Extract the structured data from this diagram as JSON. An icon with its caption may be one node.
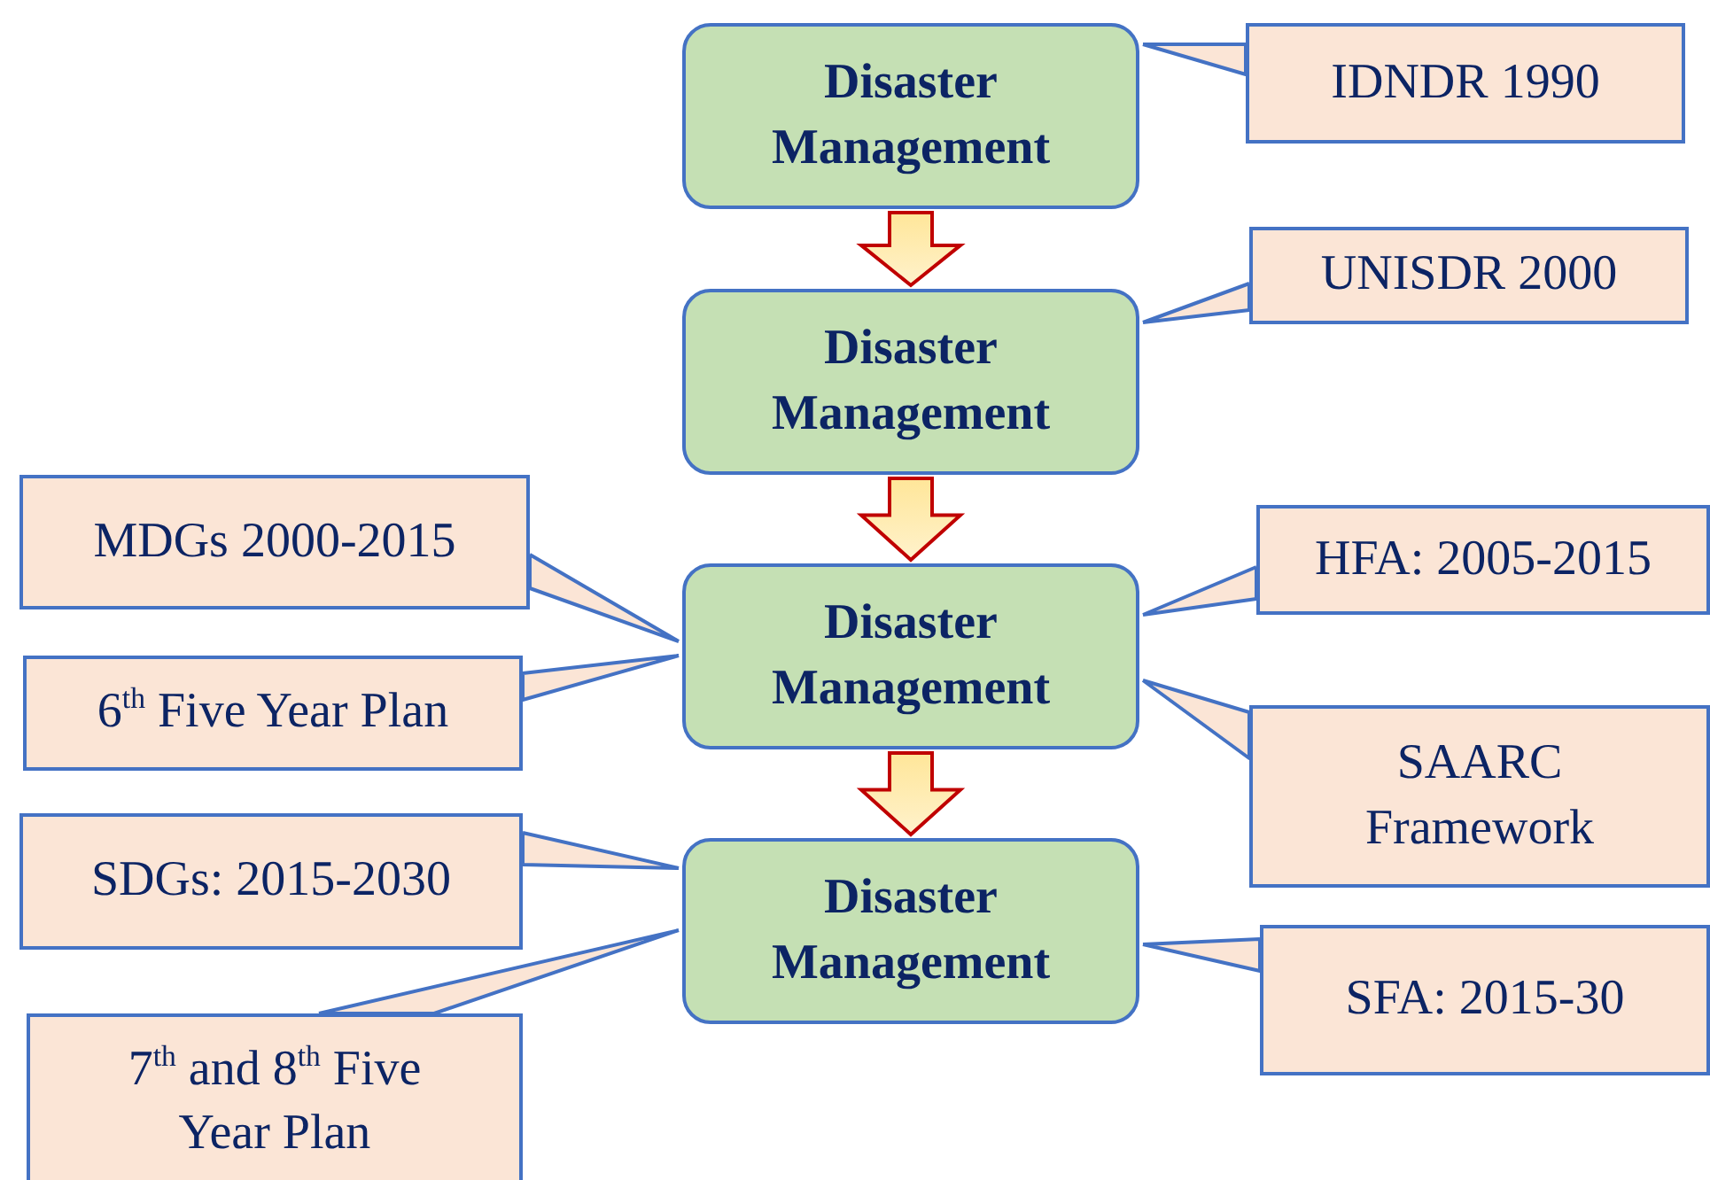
{
  "diagram": {
    "nodes": [
      {
        "text": [
          "Disaster Management"
        ]
      },
      {
        "text": [
          "IDNDR 1990"
        ]
      },
      {
        "text": [
          "Disaster Management"
        ]
      },
      {
        "text": [
          "UNISDR 2000"
        ]
      },
      {
        "text": [
          "MDGs 2000-2015"
        ]
      },
      {
        "text": [
          "Disaster Management"
        ]
      },
      {
        "text": [
          "HFA: 2005-2015"
        ]
      },
      {
        "text": [
          "6$^{th}$ Five Year Plan"
        ]
      },
      {
        "text": [
          "SAARC Framework"
        ]
      },
      {
        "text": [
          "SDGs: 2015-2030"
        ]
      },
      {
        "text": [
          "Disaster Management"
        ]
      },
      {
        "text": [
          "SFA: 2015-30"
        ]
      },
      {
        "text": [
          "7$^{th}$ and 8$^{th}$ Five Year Plan"
        ]
      }
    ],
    "edges": [
      {
        "from": 1,
        "to": 0,
        "arrow": "none"
      },
      {
        "from": 0,
        "to": 2,
        "arrow": "to",
        "color": "#c00000"
      },
      {
        "from": 3,
        "to": 2,
        "arrow": "none"
      },
      {
        "from": 2,
        "to": 5,
        "arrow": "to",
        "color": "#c00000"
      },
      {
        "from": 4,
        "to": 5,
        "arrow": "none"
      },
      {
        "from": 7,
        "to": 5,
        "arrow": "none"
      },
      {
        "from": 6,
        "to": 5,
        "arrow": "none"
      },
      {
        "from": 8,
        "to": 5,
        "arrow": "none"
      },
      {
        "from": 5,
        "to": 10,
        "arrow": "to",
        "color": "#c00000"
      },
      {
        "from": 9,
        "to": 10,
        "arrow": "none"
      },
      {
        "from": 12,
        "to": 10,
        "arrow": "none"
      },
      {
        "from": 11,
        "to": 10,
        "arrow": "none"
      }
    ]
  }
}
